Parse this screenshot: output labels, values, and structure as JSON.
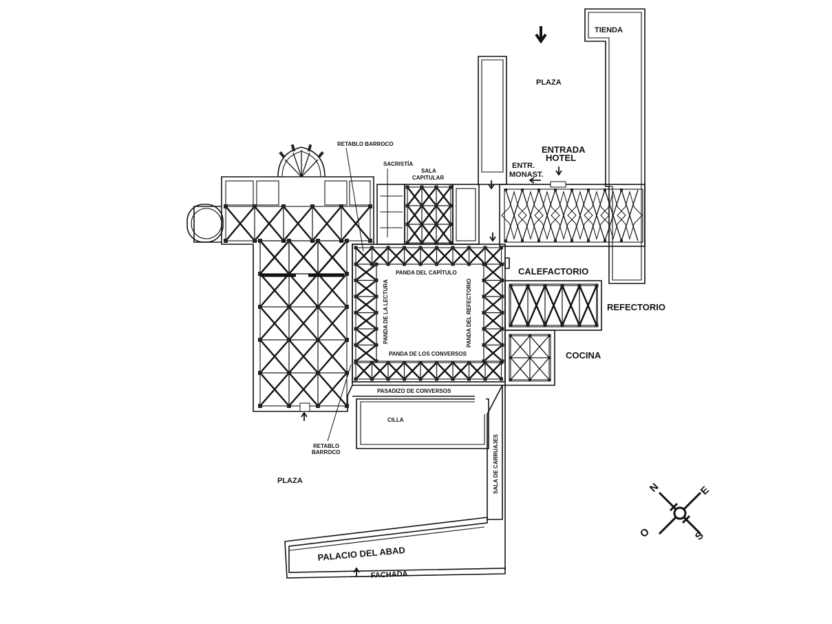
{
  "title": "",
  "labels": {
    "tienda": "TIENDA",
    "plaza_north": "PLAZA",
    "entrada_hotel_1": "ENTRADA",
    "entrada_hotel_2": "HOTEL",
    "entr_monast_1": "ENTR.",
    "entr_monast_2": "MONAST.",
    "retablo_barroco_top": "RETABLO BARROCO",
    "sacristia": "SACRISTÍA",
    "sala_capitular_1": "SALA",
    "sala_capitular_2": "CAPITULAR",
    "calefactorio": "CALEFACTORIO",
    "refectorio": "REFECTORIO",
    "cocina": "COCINA",
    "panda_capitulo": "PANDA DEL CAPÍTULO",
    "panda_lectura": "PANDA DE LA LECTURA",
    "panda_refectorio": "PANDA DEL REFECTORIO",
    "panda_conversos": "PANDA DE LOS CONVERSOS",
    "pasadizo_conversos": "PASADIZO DE CONVERSOS",
    "cilla": "CILLA",
    "retablo_barroco_bottom_1": "RETABLO",
    "retablo_barroco_bottom_2": "BARROCO",
    "plaza_south": "PLAZA",
    "sala_carruajes": "SALA DE CARRUAJES",
    "palacio_abad": "PALACIO DEL ABAD",
    "fachada": "FACHADA"
  },
  "compass": {
    "n": "N",
    "e": "E",
    "s": "S",
    "o": "O"
  },
  "icons": {
    "entry_arrow": "arrow-icon",
    "compass": "compass-rose-icon"
  }
}
